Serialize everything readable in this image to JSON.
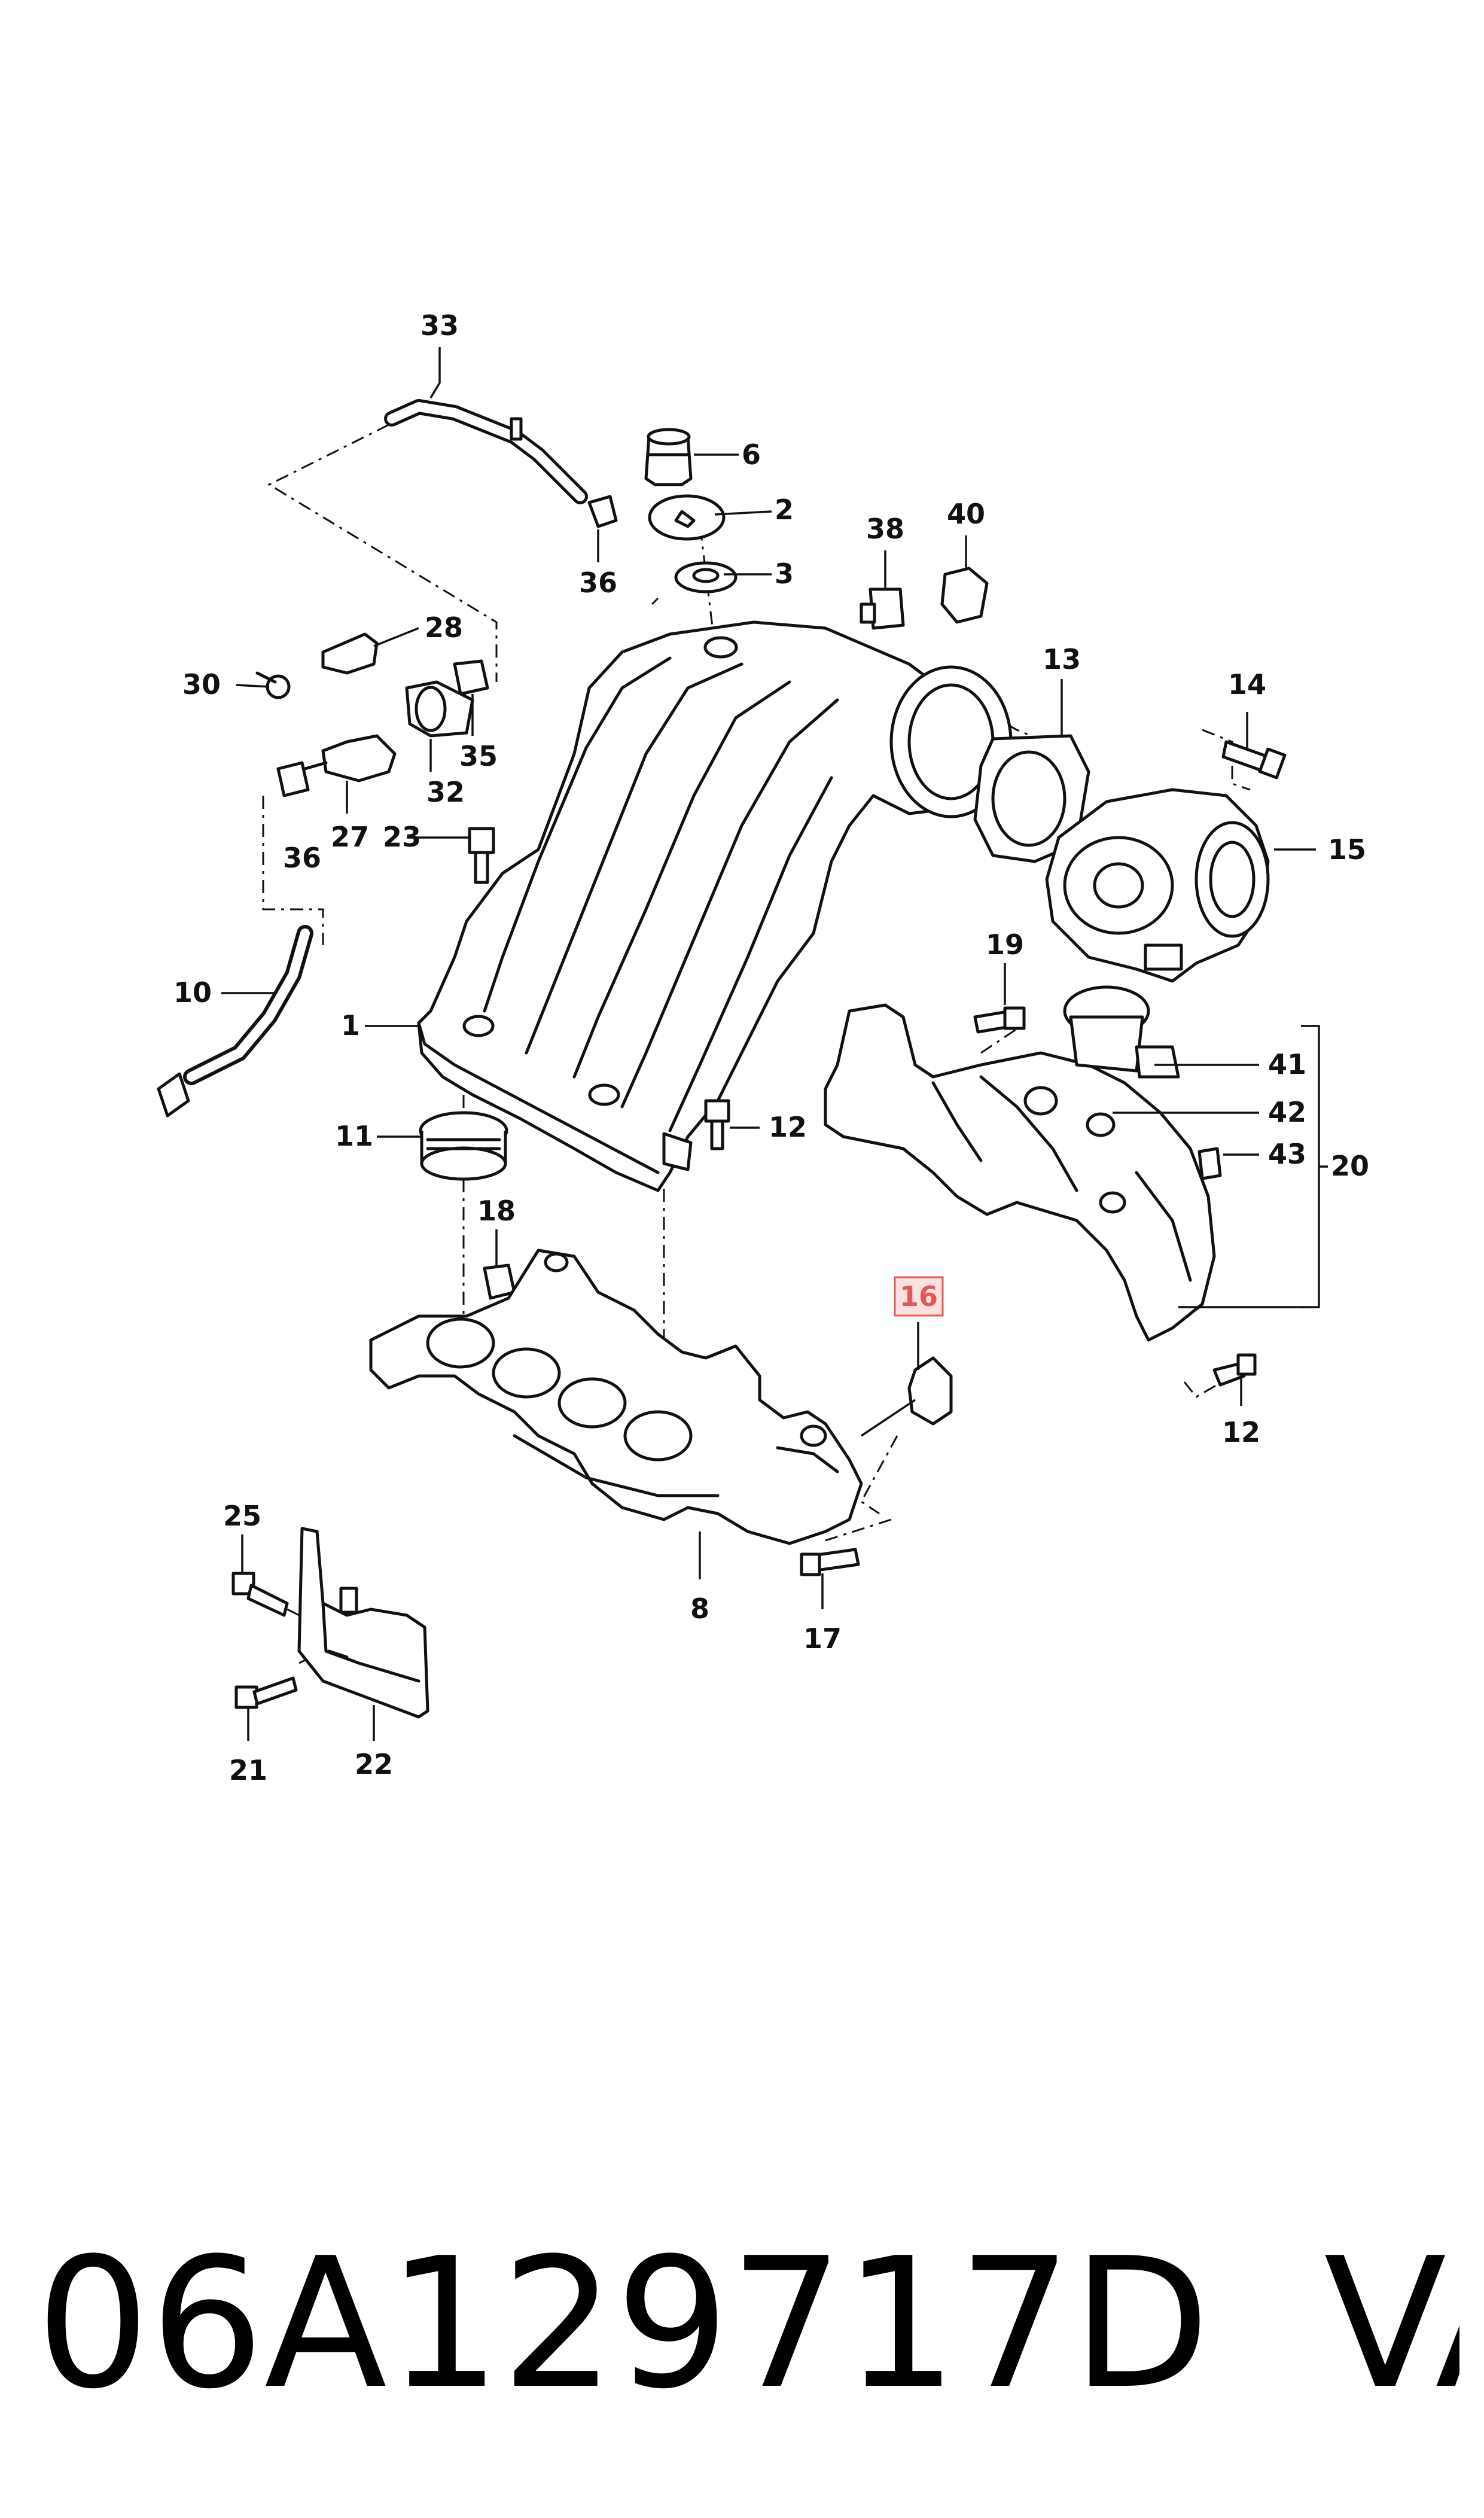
{
  "diagram": {
    "callouts": [
      {
        "id": "33",
        "label": "33"
      },
      {
        "id": "6",
        "label": "6"
      },
      {
        "id": "2",
        "label": "2"
      },
      {
        "id": "3",
        "label": "3"
      },
      {
        "id": "36a",
        "label": "36"
      },
      {
        "id": "38",
        "label": "38"
      },
      {
        "id": "40",
        "label": "40"
      },
      {
        "id": "28",
        "label": "28"
      },
      {
        "id": "30",
        "label": "30"
      },
      {
        "id": "13",
        "label": "13"
      },
      {
        "id": "14",
        "label": "14"
      },
      {
        "id": "35",
        "label": "35"
      },
      {
        "id": "32",
        "label": "32"
      },
      {
        "id": "27",
        "label": "27"
      },
      {
        "id": "23",
        "label": "23"
      },
      {
        "id": "15",
        "label": "15"
      },
      {
        "id": "36b",
        "label": "36"
      },
      {
        "id": "19",
        "label": "19"
      },
      {
        "id": "10",
        "label": "10"
      },
      {
        "id": "1",
        "label": "1"
      },
      {
        "id": "41",
        "label": "41"
      },
      {
        "id": "42",
        "label": "42"
      },
      {
        "id": "11",
        "label": "11"
      },
      {
        "id": "12a",
        "label": "12"
      },
      {
        "id": "43",
        "label": "43"
      },
      {
        "id": "20",
        "label": "20"
      },
      {
        "id": "18",
        "label": "18"
      },
      {
        "id": "16",
        "label": "16",
        "highlighted": true
      },
      {
        "id": "12b",
        "label": "12"
      },
      {
        "id": "25",
        "label": "25"
      },
      {
        "id": "8",
        "label": "8"
      },
      {
        "id": "17",
        "label": "17"
      },
      {
        "id": "21",
        "label": "21"
      },
      {
        "id": "22",
        "label": "22"
      }
    ],
    "highlight_color": "#e05a5a"
  },
  "footer": {
    "part_number": "06A129717D",
    "brand": "VAG"
  }
}
